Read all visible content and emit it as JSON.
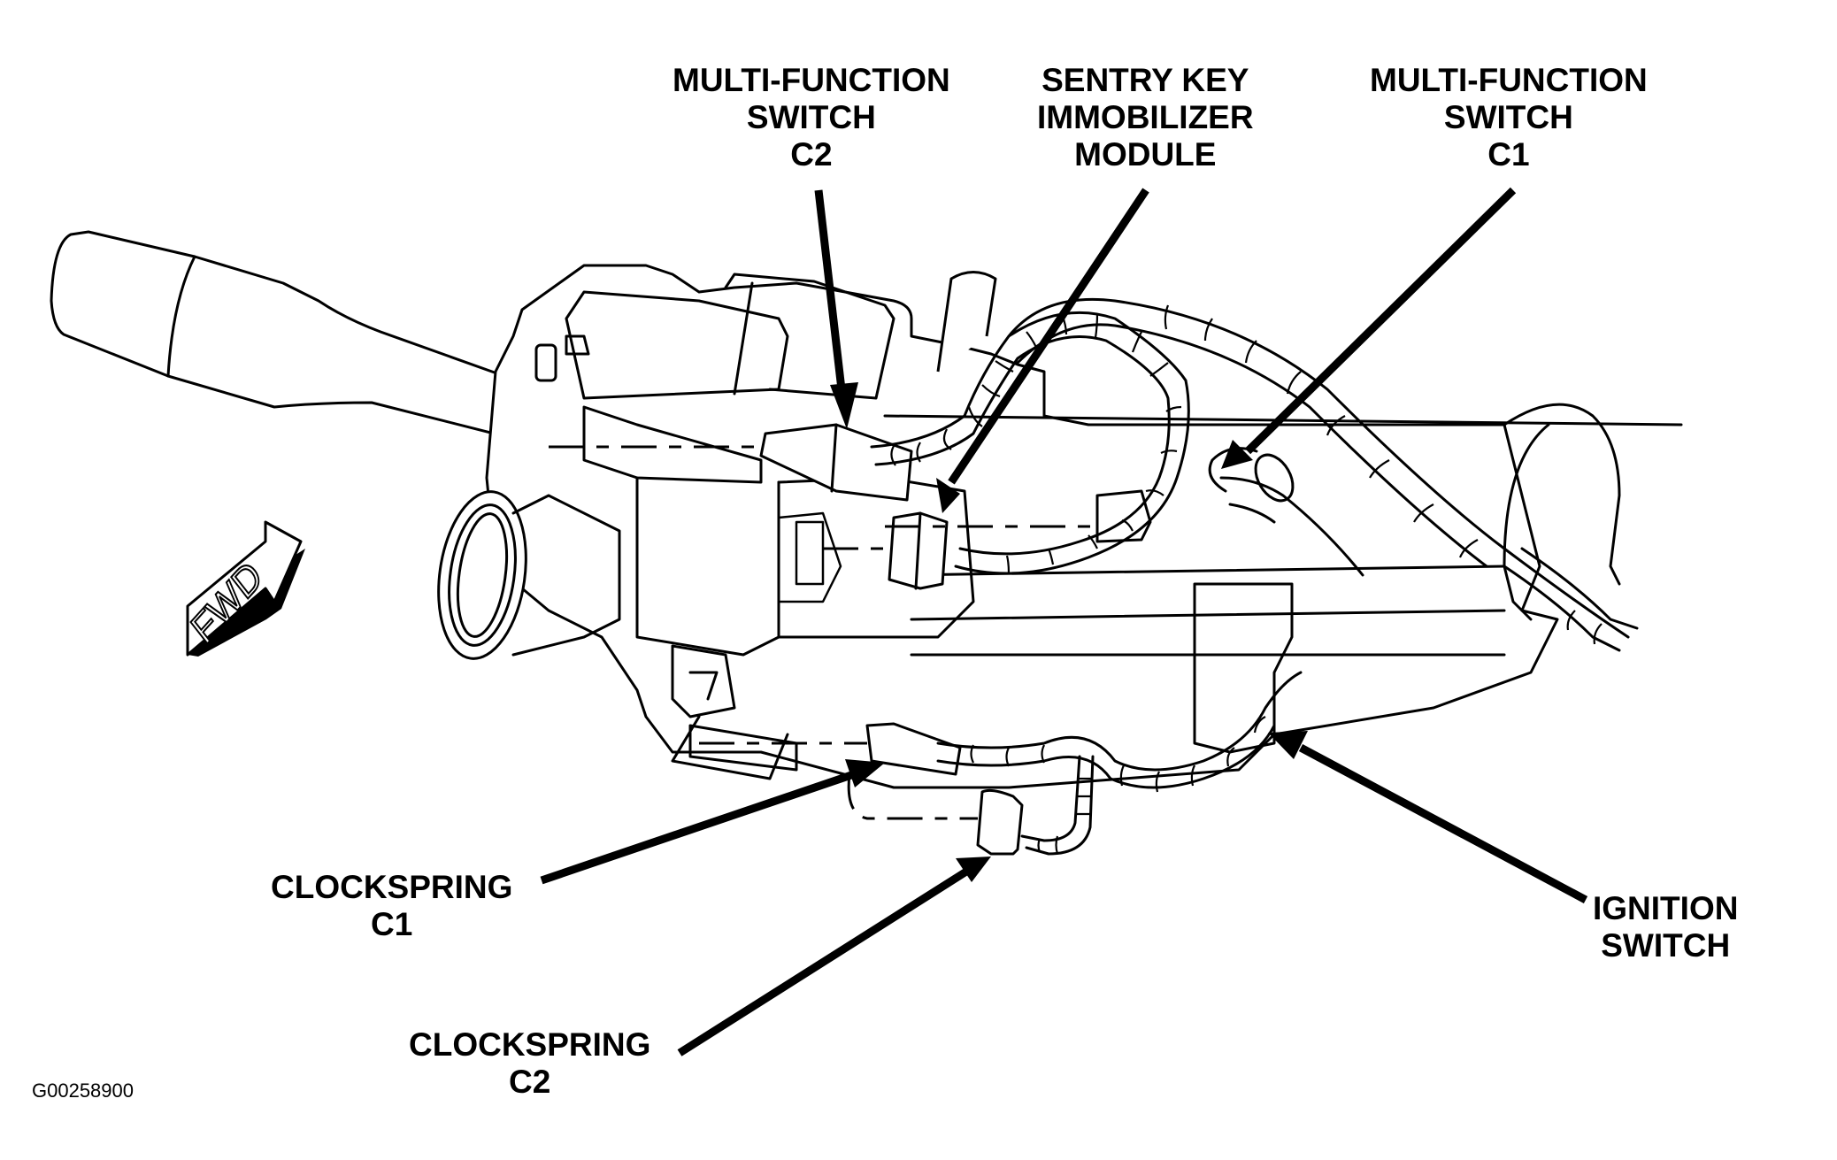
{
  "figure": {
    "id_code": "G00258900",
    "subject": "Steering column connector locations",
    "direction_indicator": "FWD"
  },
  "callouts": [
    {
      "key": "multifunction_c2",
      "lines": [
        "MULTI-FUNCTION",
        "SWITCH",
        "C2"
      ]
    },
    {
      "key": "sentry_key",
      "lines": [
        "SENTRY KEY",
        "IMMOBILIZER",
        "MODULE"
      ]
    },
    {
      "key": "multifunction_c1",
      "lines": [
        "MULTI-FUNCTION",
        "SWITCH",
        "C1"
      ]
    },
    {
      "key": "clockspring_c1",
      "lines": [
        "CLOCKSPRING",
        "C1"
      ]
    },
    {
      "key": "clockspring_c2",
      "lines": [
        "CLOCKSPRING",
        "C2"
      ]
    },
    {
      "key": "ignition_switch",
      "lines": [
        "IGNITION",
        "SWITCH"
      ]
    }
  ],
  "colors": {
    "ink": "#000000",
    "paper": "#ffffff"
  }
}
